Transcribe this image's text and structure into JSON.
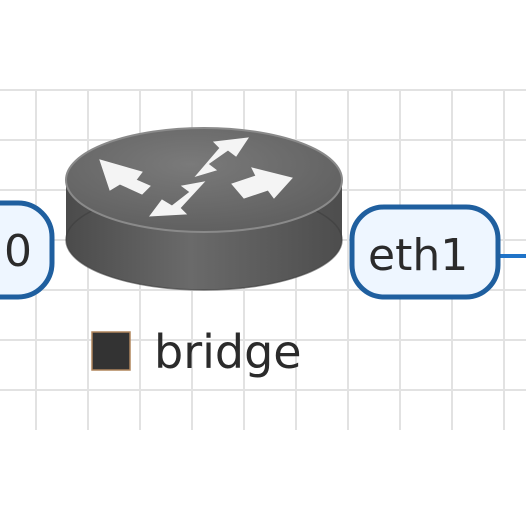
{
  "diagram": {
    "router": {
      "icon": "router-icon",
      "label": "bridge",
      "status_color": "#333333"
    },
    "interfaces": {
      "left": {
        "label": "0"
      },
      "right": {
        "label": "eth1"
      }
    },
    "colors": {
      "interface_fill": "#eef6ff",
      "interface_stroke": "#1f5f9f",
      "link": "#1f73c8",
      "grid": "#e2e2e2",
      "router_body": "#5b5b5b",
      "router_top": "#6e6e6e"
    }
  }
}
